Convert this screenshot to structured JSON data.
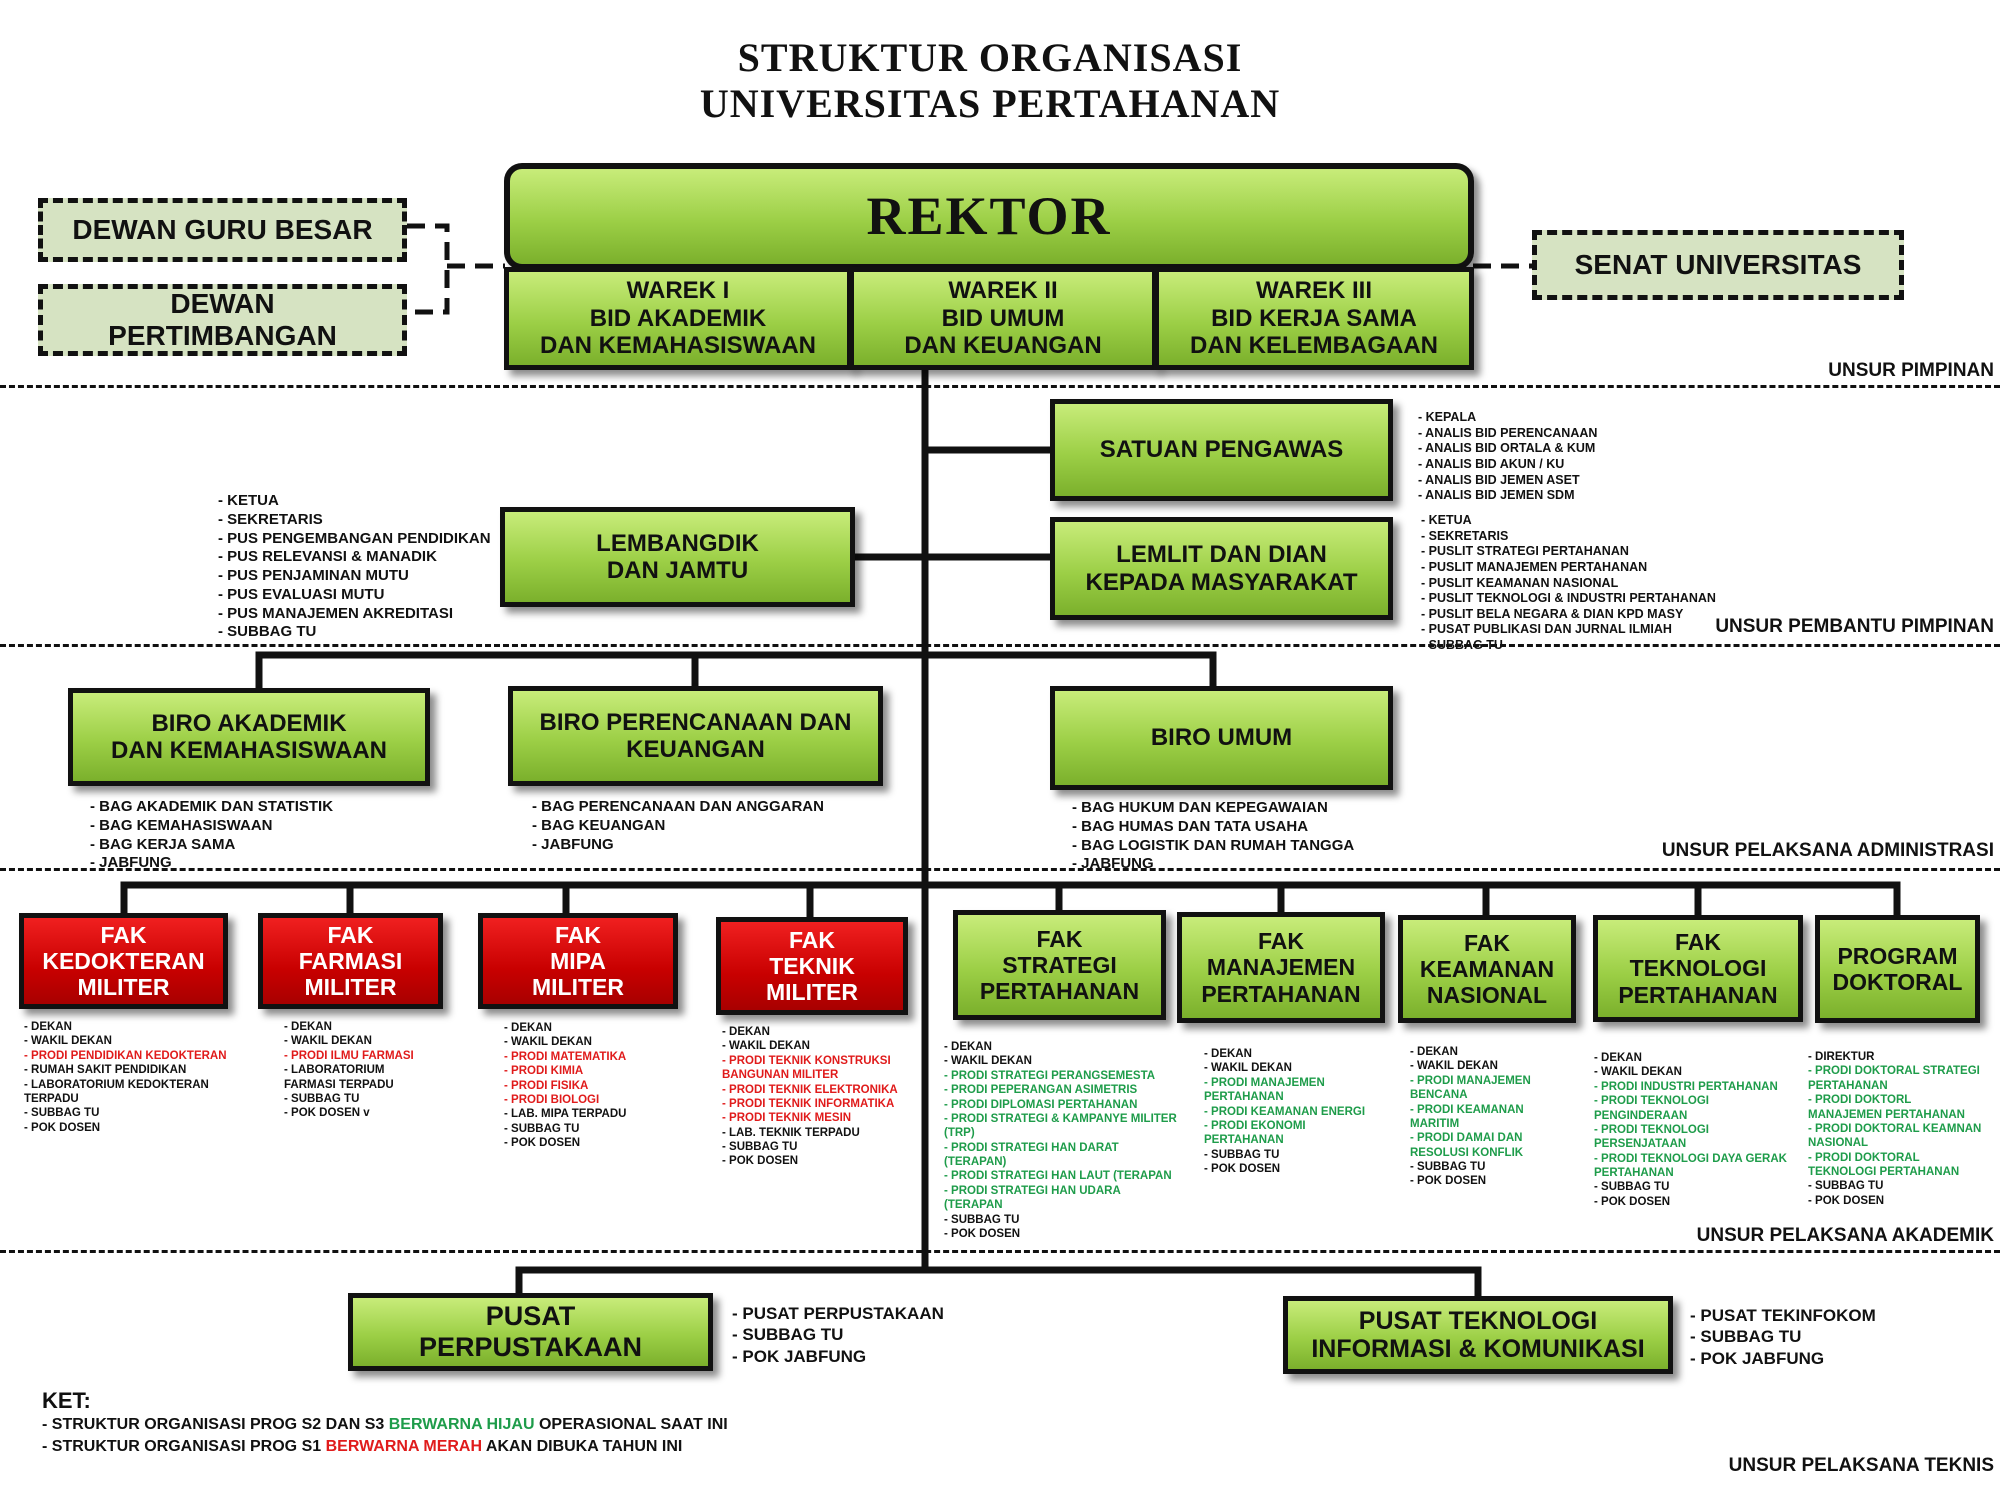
{
  "title": {
    "line1": "STRUKTUR ORGANISASI",
    "line2": "UNIVERSITAS PERTAHANAN"
  },
  "rektor": "REKTOR",
  "warek": [
    "WAREK I\nBID  AKADEMIK\nDAN KEMAHASISWAAN",
    "WAREK II\nBID UMUM\nDAN KEUANGAN",
    "WAREK III\nBID KERJA SAMA\nDAN KELEMBAGAAN"
  ],
  "dewan_guru_besar": "DEWAN GURU BESAR",
  "dewan_pertimbangan": "DEWAN\nPERTIMBANGAN",
  "senat": "SENAT UNIVERSITAS",
  "zones": {
    "pimpinan": "UNSUR PIMPINAN",
    "pembantu": "UNSUR PEMBANTU PIMPINAN",
    "administrasi": "UNSUR PELAKSANA ADMINISTRASI",
    "akademik": "UNSUR PELAKSANA AKADEMIK",
    "teknis": "UNSUR PELAKSANA TEKNIS"
  },
  "satuan_pengawas": {
    "label": "SATUAN PENGAWAS",
    "items": [
      {
        "t": "KEPALA"
      },
      {
        "t": "ANALIS BID PERENCANAAN"
      },
      {
        "t": "ANALIS BID ORTALA & KUM"
      },
      {
        "t": "ANALIS BID AKUN / KU"
      },
      {
        "t": "ANALIS BID JEMEN ASET"
      },
      {
        "t": "ANALIS BID JEMEN SDM"
      }
    ]
  },
  "lembangdik": {
    "label": "LEMBANGDIK\nDAN JAMTU",
    "items": [
      {
        "t": "KETUA"
      },
      {
        "t": "SEKRETARIS"
      },
      {
        "t": "PUS  PENGEMBANGAN  PENDIDIKAN"
      },
      {
        "t": "PUS  RELEVANSI & MANADIK"
      },
      {
        "t": "PUS  PENJAMINAN MUTU"
      },
      {
        "t": "PUS  EVALUASI MUTU"
      },
      {
        "t": "PUS  MANAJEMEN AKREDITASI"
      },
      {
        "t": "SUBBAG TU"
      }
    ]
  },
  "lemlit": {
    "label": "LEMLIT  DAN  DIAN\nKEPADA  MASYARAKAT",
    "items": [
      {
        "t": "KETUA"
      },
      {
        "t": "SEKRETARIS"
      },
      {
        "t": "PUSLIT STRATEGI PERTAHANAN"
      },
      {
        "t": "PUSLIT MANAJEMEN  PERTAHANAN"
      },
      {
        "t": "PUSLIT KEAMANAN  NASIONAL"
      },
      {
        "t": "PUSLIT TEKNOLOGI & INDUSTRI PERTAHANAN"
      },
      {
        "t": "PUSLIT BELA NEGARA & DIAN KPD MASY"
      },
      {
        "t": "PUSAT PUBLIKASI  DAN  JURNAL ILMIAH"
      },
      {
        "t": "SUBBAG TU"
      }
    ]
  },
  "biro": [
    {
      "label": "BIRO AKADEMIK\nDAN KEMAHASISWAAN",
      "items": [
        {
          "t": "BAG AKADEMIK DAN STATISTIK"
        },
        {
          "t": "BAG KEMAHASISWAAN"
        },
        {
          "t": "BAG KERJA SAMA"
        },
        {
          "t": "JABFUNG"
        }
      ]
    },
    {
      "label": "BIRO PERENCANAAN DAN\nKEUANGAN",
      "items": [
        {
          "t": "BAG PERENCANAAN  DAN ANGGARAN"
        },
        {
          "t": "BAG KEUANGAN"
        },
        {
          "t": "JABFUNG"
        }
      ]
    },
    {
      "label": "BIRO UMUM",
      "items": [
        {
          "t": "BAG HUKUM DAN KEPEGAWAIAN"
        },
        {
          "t": "BAG HUMAS DAN TATA USAHA"
        },
        {
          "t": "BAG LOGISTIK DAN RUMAH TANGGA"
        },
        {
          "t": "JABFUNG"
        }
      ]
    }
  ],
  "faculties": [
    {
      "label": "FAK\nKEDOKTERAN\nMILITER",
      "color": "red",
      "items": [
        {
          "t": "DEKAN"
        },
        {
          "t": "WAKIL DEKAN"
        },
        {
          "t": "PRODI PENDIDIKAN KEDOKTERAN",
          "c": "r"
        },
        {
          "t": "RUMAH SAKIT PENDIDIKAN"
        },
        {
          "t": "LABORATORIUM  KEDOKTERAN\nTERPADU"
        },
        {
          "t": "SUBBAG TU"
        },
        {
          "t": "POK DOSEN"
        }
      ]
    },
    {
      "label": "FAK\nFARMASI\nMILITER",
      "color": "red",
      "items": [
        {
          "t": "DEKAN"
        },
        {
          "t": "WAKIL DEKAN"
        },
        {
          "t": "PRODI ILMU FARMASI",
          "c": "r"
        },
        {
          "t": "LABORATORIUM\nFARMASI TERPADU"
        },
        {
          "t": "SUBBAG TU"
        },
        {
          "t": "POK DOSEN v"
        }
      ]
    },
    {
      "label": "FAK\nMIPA\nMILITER",
      "color": "red",
      "items": [
        {
          "t": "DEKAN"
        },
        {
          "t": "WAKIL DEKAN"
        },
        {
          "t": "PRODI MATEMATIKA",
          "c": "r"
        },
        {
          "t": "PRODI KIMIA",
          "c": "r"
        },
        {
          "t": "PRODI FISIKA",
          "c": "r"
        },
        {
          "t": "PRODI BIOLOGI",
          "c": "r"
        },
        {
          "t": "LAB. MIPA TERPADU"
        },
        {
          "t": "SUBBAG TU"
        },
        {
          "t": "POK DOSEN"
        }
      ]
    },
    {
      "label": "FAK\nTEKNIK\nMILITER",
      "color": "red",
      "items": [
        {
          "t": "DEKAN"
        },
        {
          "t": "WAKIL DEKAN"
        },
        {
          "t": "PRODI TEKNIK  KONSTRUKSI\nBANGUNAN MILITER",
          "c": "r"
        },
        {
          "t": "PRODI TEKNIK ELEKTRONIKA",
          "c": "r"
        },
        {
          "t": "PRODI TEKNIK INFORMATIKA",
          "c": "r"
        },
        {
          "t": "PRODI TEKNIK MESIN",
          "c": "r"
        },
        {
          "t": "LAB. TEKNIK TERPADU"
        },
        {
          "t": "SUBBAG TU"
        },
        {
          "t": "POK DOSEN"
        }
      ]
    },
    {
      "label": "FAK\nSTRATEGI\nPERTAHANAN",
      "color": "green",
      "items": [
        {
          "t": "DEKAN"
        },
        {
          "t": "WAKIL DEKAN"
        },
        {
          "t": "PRODI STRATEGI PERANGSEMESTA",
          "c": "g"
        },
        {
          "t": "PRODI PEPERANGAN ASIMETRIS",
          "c": "g"
        },
        {
          "t": "PRODI DIPLOMASI  PERTAHANAN",
          "c": "g"
        },
        {
          "t": "PRODI STRATEGI & KAMPANYE MILITER\n(TRP)",
          "c": "g"
        },
        {
          "t": "PRODI STRATEGI HAN DARAT\n(TERAPAN)",
          "c": "g"
        },
        {
          "t": "PRODI STRATEGI HAN LAUT (TERAPAN",
          "c": "g"
        },
        {
          "t": "PRODI STRATEGI HAN UDARA\n(TERAPAN",
          "c": "g"
        },
        {
          "t": "SUBBAG TU"
        },
        {
          "t": "POK DOSEN"
        }
      ]
    },
    {
      "label": "FAK\nMANAJEMEN\nPERTAHANAN",
      "color": "green",
      "items": [
        {
          "t": "DEKAN"
        },
        {
          "t": "WAKIL DEKAN"
        },
        {
          "t": "PRODI MANAJEMEN\nPERTAHANAN",
          "c": "g"
        },
        {
          "t": "PRODI KEAMANAN  ENERGI",
          "c": "g"
        },
        {
          "t": "PRODI EKONOMI\nPERTAHANAN",
          "c": "g"
        },
        {
          "t": "SUBBAG TU"
        },
        {
          "t": "POK DOSEN"
        }
      ]
    },
    {
      "label": "FAK\nKEAMANAN\nNASIONAL",
      "color": "green",
      "items": [
        {
          "t": "DEKAN"
        },
        {
          "t": "WAKIL DEKAN"
        },
        {
          "t": "PRODI MANAJEMEN\nBENCANA",
          "c": "g"
        },
        {
          "t": "PRODI KEAMANAN\nMARITIM",
          "c": "g"
        },
        {
          "t": "PRODI DAMAI  DAN\nRESOLUSI  KONFLIK",
          "c": "g"
        },
        {
          "t": "SUBBAG TU"
        },
        {
          "t": "POK DOSEN"
        }
      ]
    },
    {
      "label": "FAK\nTEKNOLOGI\nPERTAHANAN",
      "color": "green",
      "items": [
        {
          "t": "DEKAN"
        },
        {
          "t": "WAKIL DEKAN"
        },
        {
          "t": "PRODI INDUSTRI PERTAHANAN",
          "c": "g"
        },
        {
          "t": "PRODI TEKNOLOGI\nPENGINDERAAN",
          "c": "g"
        },
        {
          "t": "PRODI TEKNOLOGI\nPERSENJATAAN",
          "c": "g"
        },
        {
          "t": "PRODI  TEKNOLOGI DAYA GERAK\nPERTAHANAN",
          "c": "g"
        },
        {
          "t": "SUBBAG TU"
        },
        {
          "t": "POK DOSEN"
        }
      ]
    },
    {
      "label": "PROGRAM\nDOKTORAL",
      "color": "green",
      "items": [
        {
          "t": "DIREKTUR"
        },
        {
          "t": "PRODI DOKTORAL STRATEGI\nPERTAHANAN",
          "c": "g"
        },
        {
          "t": "PRODI DOKTORL\nMANAJEMEN  PERTAHANAN",
          "c": "g"
        },
        {
          "t": "PRODI DOKTORAL KEAMNAN\nNASIONAL",
          "c": "g"
        },
        {
          "t": "PRODI DOKTORAL\nTEKNOLOGI PERTAHANAN",
          "c": "g"
        },
        {
          "t": "SUBBAG TU"
        },
        {
          "t": "POK DOSEN"
        }
      ]
    }
  ],
  "pusat": [
    {
      "label": "PUSAT\nPERPUSTAKAAN",
      "items": [
        {
          "t": "PUSAT PERPUSTAKAAN"
        },
        {
          "t": "SUBBAG TU"
        },
        {
          "t": "POK JABFUNG"
        }
      ]
    },
    {
      "label": "PUSAT  TEKNOLOGI\nINFORMASI & KOMUNIKASI",
      "items": [
        {
          "t": "PUSAT TEKINFOKOM"
        },
        {
          "t": "SUBBAG TU"
        },
        {
          "t": "POK JABFUNG"
        }
      ]
    }
  ],
  "ket": {
    "heading": "KET:",
    "line1_a": "STRUKTUR ORGANISASI PROG S2 DAN S3 ",
    "line1_b": "BERWARNA  HIJAU",
    "line1_c": " OPERASIONAL SAAT INI",
    "line2_a": "STRUKTUR ORGANISASI PROG S1 ",
    "line2_b": "BERWARNA MERAH",
    "line2_c": " AKAN DIBUKA TAHUN INI"
  }
}
